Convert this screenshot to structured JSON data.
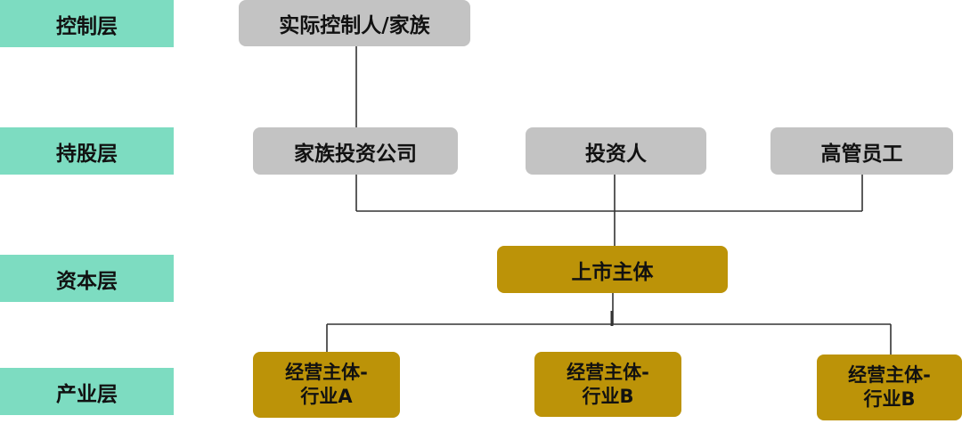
{
  "layers": {
    "control": "控制层",
    "holding": "持股层",
    "capital": "资本层",
    "industry": "产业层"
  },
  "nodes": {
    "controller": "实际控制人/家族",
    "family_company": "家族投资公司",
    "investor": "投资人",
    "executives": "高管员工",
    "listed_entity": "上市主体",
    "biz_a": "经营主体-\n行业A",
    "biz_b1": "经营主体-\n行业B",
    "biz_b2": "经营主体-\n行业B"
  },
  "colors": {
    "layer_bg": "#7ddcc1",
    "holder_bg": "#c3c3c3",
    "entity_bg": "#bc9308",
    "line": "#333333"
  }
}
